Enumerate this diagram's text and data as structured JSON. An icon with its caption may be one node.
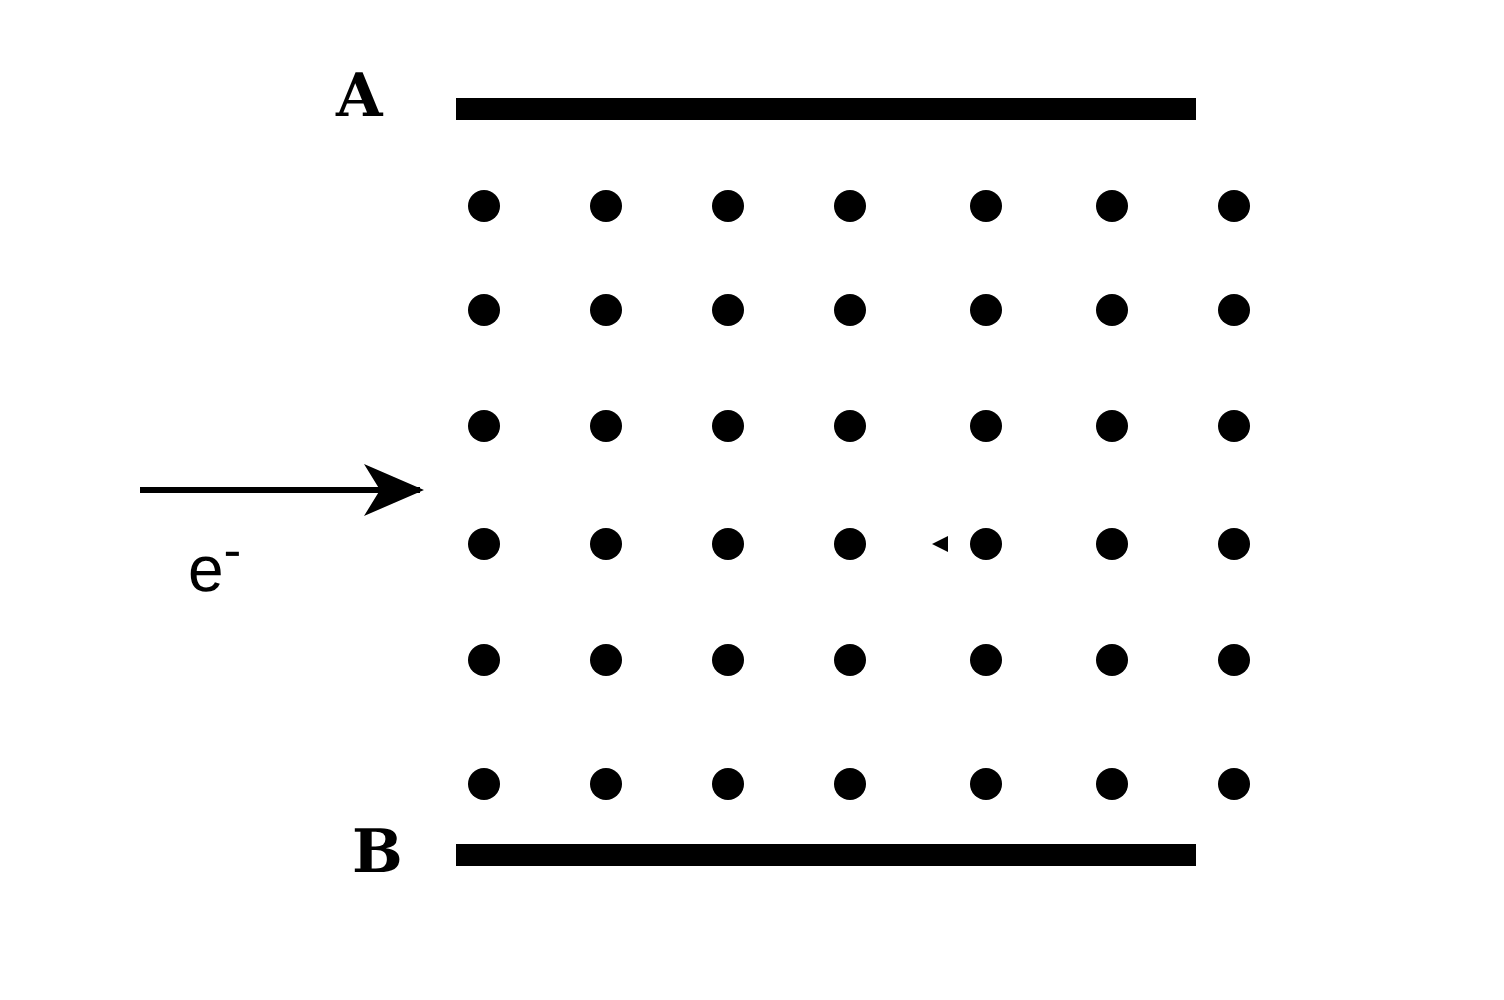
{
  "diagram": {
    "labels": [
      "A",
      "e$^{-}$",
      "B"
    ]
  }
}
